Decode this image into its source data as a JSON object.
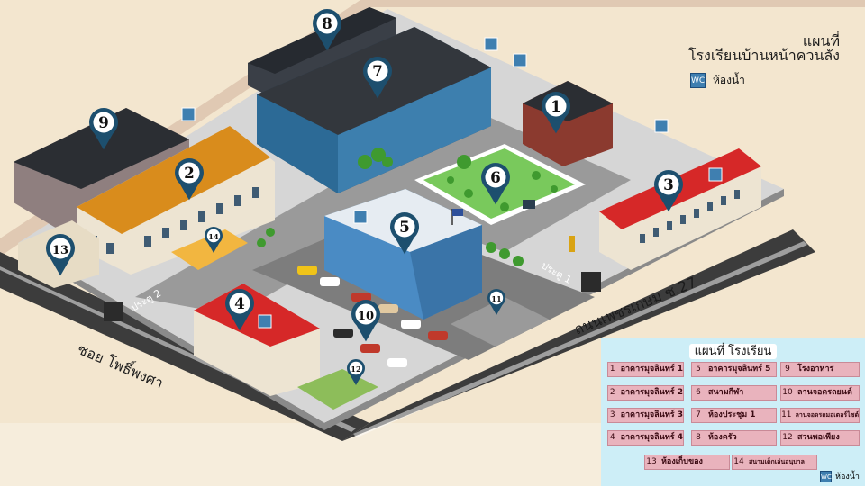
{
  "title": {
    "line1": "แผนที่",
    "line2": "โรงเรียนบ้านหน้าควนลัง"
  },
  "toilet_legend_label": "ห้องน้ำ",
  "toilet_icon_text": "WC",
  "street_labels": {
    "road_main": "ถนนเพชรเกษม ซ.27",
    "road_side": "ซอย โพธิ์พงศา",
    "gate_1": "ประตู 1",
    "gate_2": "ประตู 2"
  },
  "pins": [
    "1",
    "2",
    "3",
    "4",
    "5",
    "6",
    "7",
    "8",
    "9",
    "10",
    "11",
    "12",
    "13",
    "14"
  ],
  "legend": {
    "title": "แผนที่ โรงเรียน",
    "items": [
      {
        "num": "1",
        "label": "อาคารมุจลินทร์ 1"
      },
      {
        "num": "2",
        "label": "อาคารมุจลินทร์ 2"
      },
      {
        "num": "3",
        "label": "อาคารมุจลินทร์ 3"
      },
      {
        "num": "4",
        "label": "อาคารมุจลินทร์ 4"
      },
      {
        "num": "5",
        "label": "อาคารมุจลินทร์ 5"
      },
      {
        "num": "6",
        "label": "สนามกีฬา"
      },
      {
        "num": "7",
        "label": "ห้องประชุม 1"
      },
      {
        "num": "8",
        "label": "ห้องครัว"
      },
      {
        "num": "9",
        "label": "โรงอาหาร"
      },
      {
        "num": "10",
        "label": "ลานจอดรถยนต์"
      },
      {
        "num": "11",
        "label": "ลานจอดรถมอเตอร์ไซต์"
      },
      {
        "num": "12",
        "label": "สวนพอเพียง"
      },
      {
        "num": "13",
        "label": "ห้องเก็บของ"
      },
      {
        "num": "14",
        "label": "สนามเด็กเล่นอนุบาล"
      }
    ],
    "toilet_label": "ห้องน้ำ"
  },
  "colors": {
    "pin": "#1d4f6e",
    "roof_red": "#d62828",
    "roof_orange": "#d98c1c",
    "roof_dark": "#2e3238",
    "glass": "#3d7fae",
    "field": "#79c95c",
    "road": "#4b4b4b"
  }
}
